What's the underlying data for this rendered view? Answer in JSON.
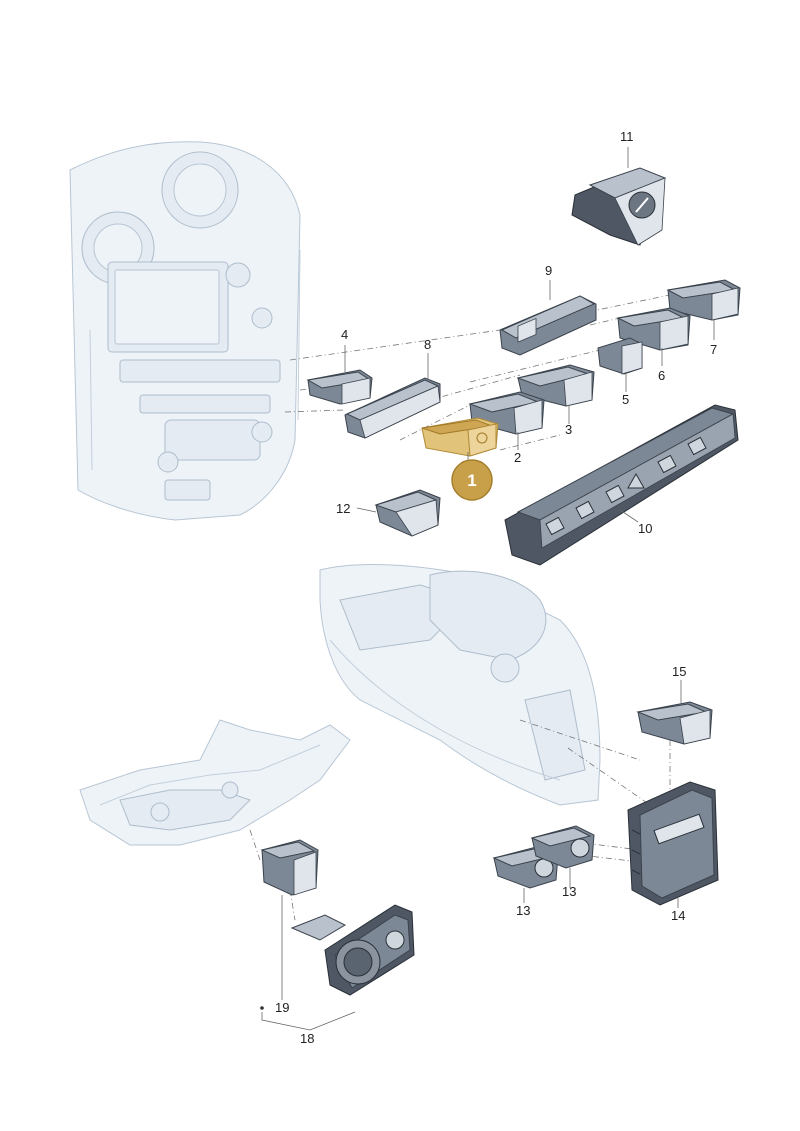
{
  "callouts": [
    {
      "id": "1",
      "highlighted": true
    },
    {
      "id": "2"
    },
    {
      "id": "3"
    },
    {
      "id": "4"
    },
    {
      "id": "5"
    },
    {
      "id": "6"
    },
    {
      "id": "7"
    },
    {
      "id": "8"
    },
    {
      "id": "9"
    },
    {
      "id": "10"
    },
    {
      "id": "11"
    },
    {
      "id": "12"
    },
    {
      "id": "13"
    },
    {
      "id": "13b",
      "text": "13"
    },
    {
      "id": "14"
    },
    {
      "id": "15"
    },
    {
      "id": "18"
    },
    {
      "id": "19"
    }
  ],
  "labels": {
    "c1": "1",
    "c2": "2",
    "c3": "3",
    "c4": "4",
    "c5": "5",
    "c6": "6",
    "c7": "7",
    "c8": "8",
    "c9": "9",
    "c10": "10",
    "c11": "11",
    "c12": "12",
    "c13a": "13",
    "c13b": "13",
    "c14": "14",
    "c15": "15",
    "c18": "18",
    "c19": "19"
  },
  "colors": {
    "highlight": "#e2c37a",
    "badge": "#c9a04a",
    "part": "#7d8896",
    "ghost": "#eef3f8"
  }
}
